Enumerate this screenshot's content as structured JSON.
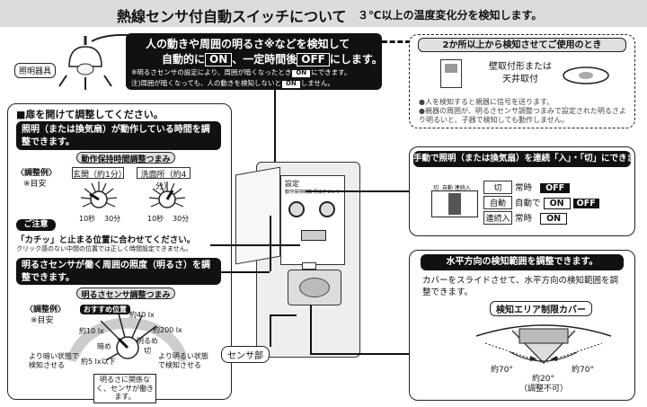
{
  "title": {
    "main": "熱線センサ付自動スイッチについて",
    "sub": "３℃以上の温度変化分を検知します。"
  },
  "top_box": {
    "line1": "人の動きや周囲の明るさ※などを検知して",
    "line2a": "自動的に",
    "on": "ON",
    "line2b": "、一定時間後",
    "off": "OFF",
    "line2c": "にします。",
    "note1a": "※明るさセンサの設定により、周囲が暗くなったとき",
    "note1b": "にできます。",
    "note2a": "注)周囲が暗くなっても、人の動きを検知しないと",
    "note2b": "しません。"
  },
  "lamp_label": "照明器具",
  "left_panel": {
    "heading": "■扉を開けて調整してください。",
    "box1_title": "照明（または換気扇）が動作している時間を調整できます。",
    "dial1_title": "動作保持時間調整つまみ",
    "example_label": "〈調整例〉",
    "example_sub": "※目安",
    "dial_a_tag": "玄関（約1分）",
    "dial_b_tag": "洗面所（約4分）",
    "dial_min": "10秒",
    "dial_max": "30分",
    "caution_title": "ご注意",
    "caution_line1": "「カチッ」と止まる位置に合わせてください。",
    "caution_line2": "クリック感のない中間の位置では正しく時間設定できません。",
    "box2_title": "明るさセンサが働く周囲の照度（明るさ）を調整できます。",
    "dial2_title": "明るさセンサ調整つまみ",
    "recommended": "おすすめ位置",
    "lx40": "約40 lx",
    "lx10": "約10 lx",
    "lx200": "約200 lx",
    "lx5": "約5 lx以下",
    "dark": "暗め",
    "bright": "明るめ",
    "off_label": "切",
    "darker_note": "より暗い状態で検知させる",
    "brighter_note": "より明るい状態で検知させる",
    "off_note": "明るさに関係なく、センサが働きます。"
  },
  "sensor_label": "センサ部",
  "right_top": {
    "title": "2か所以上から検知させてご使用のとき",
    "mount": "壁取付形または天井取付",
    "bullet1": "●人を検知すると親器に信号を送ります。",
    "bullet2": "●親器の周囲が、明るさセンサ調整つまみで設定された明るさより明るいと、子器で検知しても動作しません。"
  },
  "right_mid": {
    "title": "手動で照明（または換気扇）を連続「入」・「切」にできます。",
    "sw_labels": [
      "切",
      "自動",
      "連続入"
    ],
    "rows": [
      {
        "tag": "切",
        "text": "常時",
        "state1": "OFF",
        "state2": ""
      },
      {
        "tag": "自動",
        "text": "自動で",
        "state1": "ON",
        "state2": "OFF"
      },
      {
        "tag": "連続入",
        "text": "常時",
        "state1": "ON",
        "state2": ""
      }
    ]
  },
  "right_bot": {
    "title": "水平方向の検知範囲を調整できます。",
    "desc": "カバーをスライドさせて、水平方向の検知範囲を調整できます。",
    "cover_label": "検知エリア制限カバー",
    "angle_left": "約70°",
    "angle_mid": "約20°",
    "angle_mid_note": "（調整不可）",
    "angle_right": "約70°"
  },
  "device": {
    "panel_label": "設定",
    "knob1": "動作保持時間",
    "knob2": "明るさセンサ"
  }
}
